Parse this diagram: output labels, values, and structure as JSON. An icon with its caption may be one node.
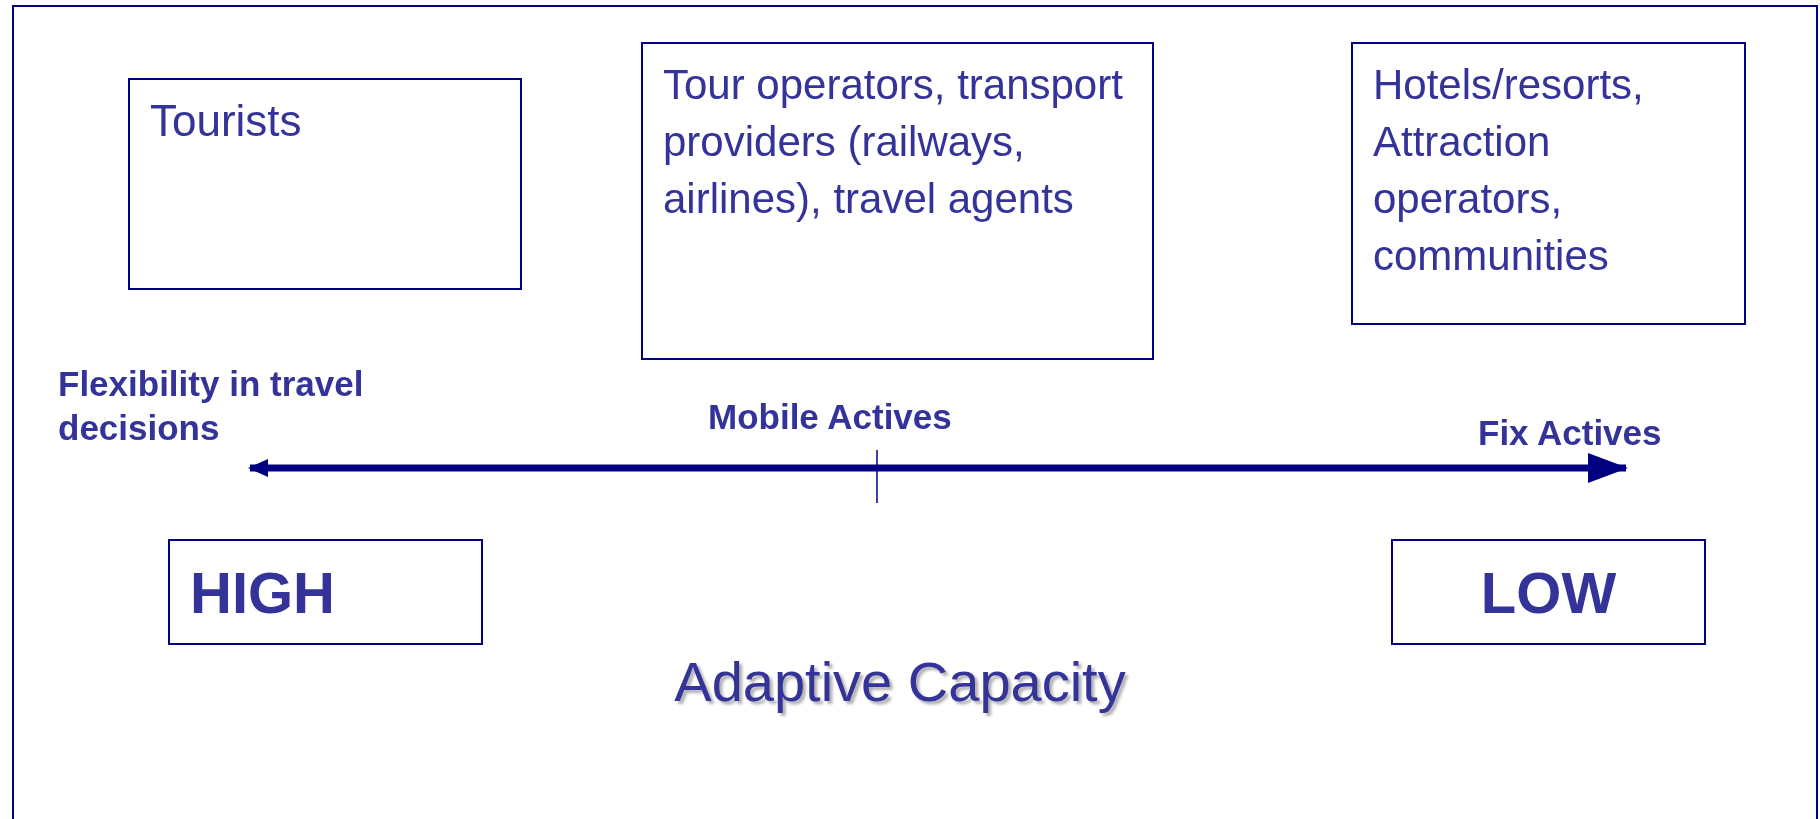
{
  "diagram": {
    "nodes": [
      {
        "text": [
          "Tourists"
        ]
      },
      {
        "text": [
          "Tour operators, transport providers (railways, airlines), travel agents"
        ]
      },
      {
        "text": [
          "Hotels/resorts, Attraction operators, communities"
        ]
      },
      {
        "text": [
          "HIGH"
        ]
      },
      {
        "text": [
          "LOW"
        ]
      }
    ],
    "labels": [
      "Flexibility in travel decisions",
      "Mobile Actives",
      "Fix Actives",
      "Adaptive Capacity"
    ]
  }
}
